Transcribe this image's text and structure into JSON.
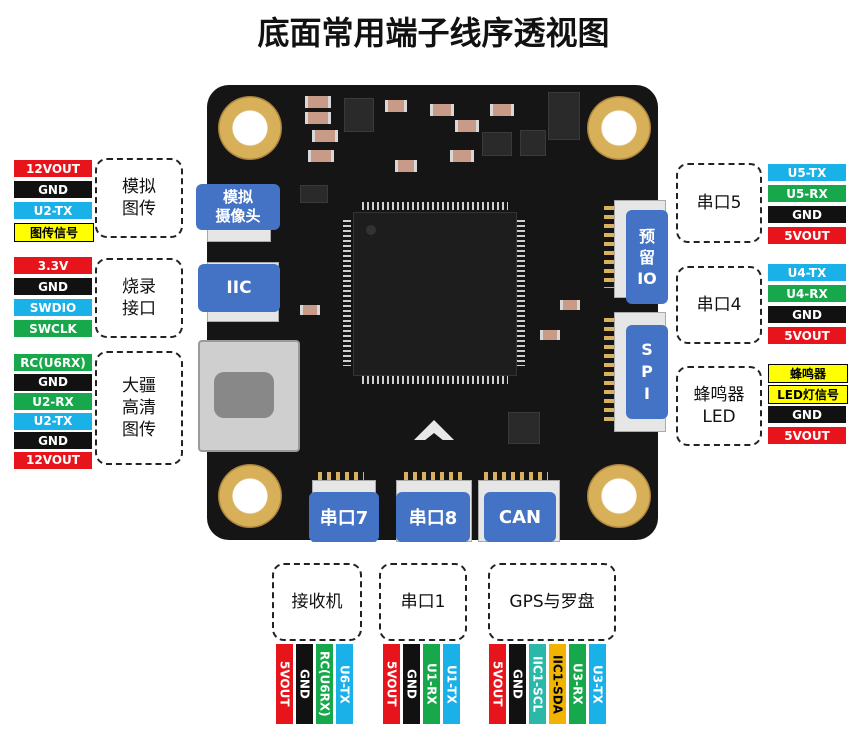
{
  "title": "底面常用端子线序透视图",
  "colors": {
    "red": "#e8141c",
    "black": "#111111",
    "cyan": "#1ab0e8",
    "yellow": "#ffff00",
    "green": "#16a84a",
    "teal": "#2ab8a8",
    "orange": "#f0b400",
    "blue_label": "#4472c4"
  },
  "board_labels": {
    "analog_cam": "模拟\n摄像头",
    "iic": "IIC",
    "reserved_io": "预\n留\nIO",
    "spi": "S\nP\nI",
    "uart7": "串口7",
    "uart8": "串口8",
    "can": "CAN"
  },
  "groups": {
    "analog_vtx": {
      "label": "模拟\n图传",
      "pins": [
        {
          "text": "12VOUT",
          "color": "red"
        },
        {
          "text": "GND",
          "color": "black"
        },
        {
          "text": "U2-TX",
          "color": "cyan"
        },
        {
          "text": "图传信号",
          "color": "yellow"
        }
      ]
    },
    "flash": {
      "label": "烧录\n接口",
      "pins": [
        {
          "text": "3.3V",
          "color": "red"
        },
        {
          "text": "GND",
          "color": "black"
        },
        {
          "text": "SWDIO",
          "color": "cyan"
        },
        {
          "text": "SWCLK",
          "color": "green"
        }
      ]
    },
    "dji_hd": {
      "label": "大疆\n高清\n图传",
      "pins": [
        {
          "text": "RC(U6RX)",
          "color": "green"
        },
        {
          "text": "GND",
          "color": "black"
        },
        {
          "text": "U2-RX",
          "color": "green"
        },
        {
          "text": "U2-TX",
          "color": "cyan"
        },
        {
          "text": "GND",
          "color": "black"
        },
        {
          "text": "12VOUT",
          "color": "red"
        }
      ]
    },
    "uart5": {
      "label": "串口5",
      "pins": [
        {
          "text": "U5-TX",
          "color": "cyan"
        },
        {
          "text": "U5-RX",
          "color": "green"
        },
        {
          "text": "GND",
          "color": "black"
        },
        {
          "text": "5VOUT",
          "color": "red"
        }
      ]
    },
    "uart4": {
      "label": "串口4",
      "pins": [
        {
          "text": "U4-TX",
          "color": "cyan"
        },
        {
          "text": "U4-RX",
          "color": "green"
        },
        {
          "text": "GND",
          "color": "black"
        },
        {
          "text": "5VOUT",
          "color": "red"
        }
      ]
    },
    "buzzer": {
      "label": "蜂鸣器\nLED",
      "pins": [
        {
          "text": "蜂鸣器",
          "color": "yellow"
        },
        {
          "text": "LED灯信号",
          "color": "yellow"
        },
        {
          "text": "GND",
          "color": "black"
        },
        {
          "text": "5VOUT",
          "color": "red"
        }
      ]
    },
    "receiver": {
      "label": "接收机",
      "pins": [
        {
          "text": "5VOUT",
          "color": "red"
        },
        {
          "text": "GND",
          "color": "black"
        },
        {
          "text": "RC(U6RX)",
          "color": "green"
        },
        {
          "text": "U6-TX",
          "color": "cyan"
        }
      ]
    },
    "uart1": {
      "label": "串口1",
      "pins": [
        {
          "text": "5VOUT",
          "color": "red"
        },
        {
          "text": "GND",
          "color": "black"
        },
        {
          "text": "U1-RX",
          "color": "green"
        },
        {
          "text": "U1-TX",
          "color": "cyan"
        }
      ]
    },
    "gps": {
      "label": "GPS与罗盘",
      "pins": [
        {
          "text": "5VOUT",
          "color": "red"
        },
        {
          "text": "GND",
          "color": "black"
        },
        {
          "text": "IIC1-SCL",
          "color": "teal"
        },
        {
          "text": "IIC1-SDA",
          "color": "orange"
        },
        {
          "text": "U3-RX",
          "color": "green"
        },
        {
          "text": "U3-TX",
          "color": "cyan"
        }
      ]
    }
  }
}
